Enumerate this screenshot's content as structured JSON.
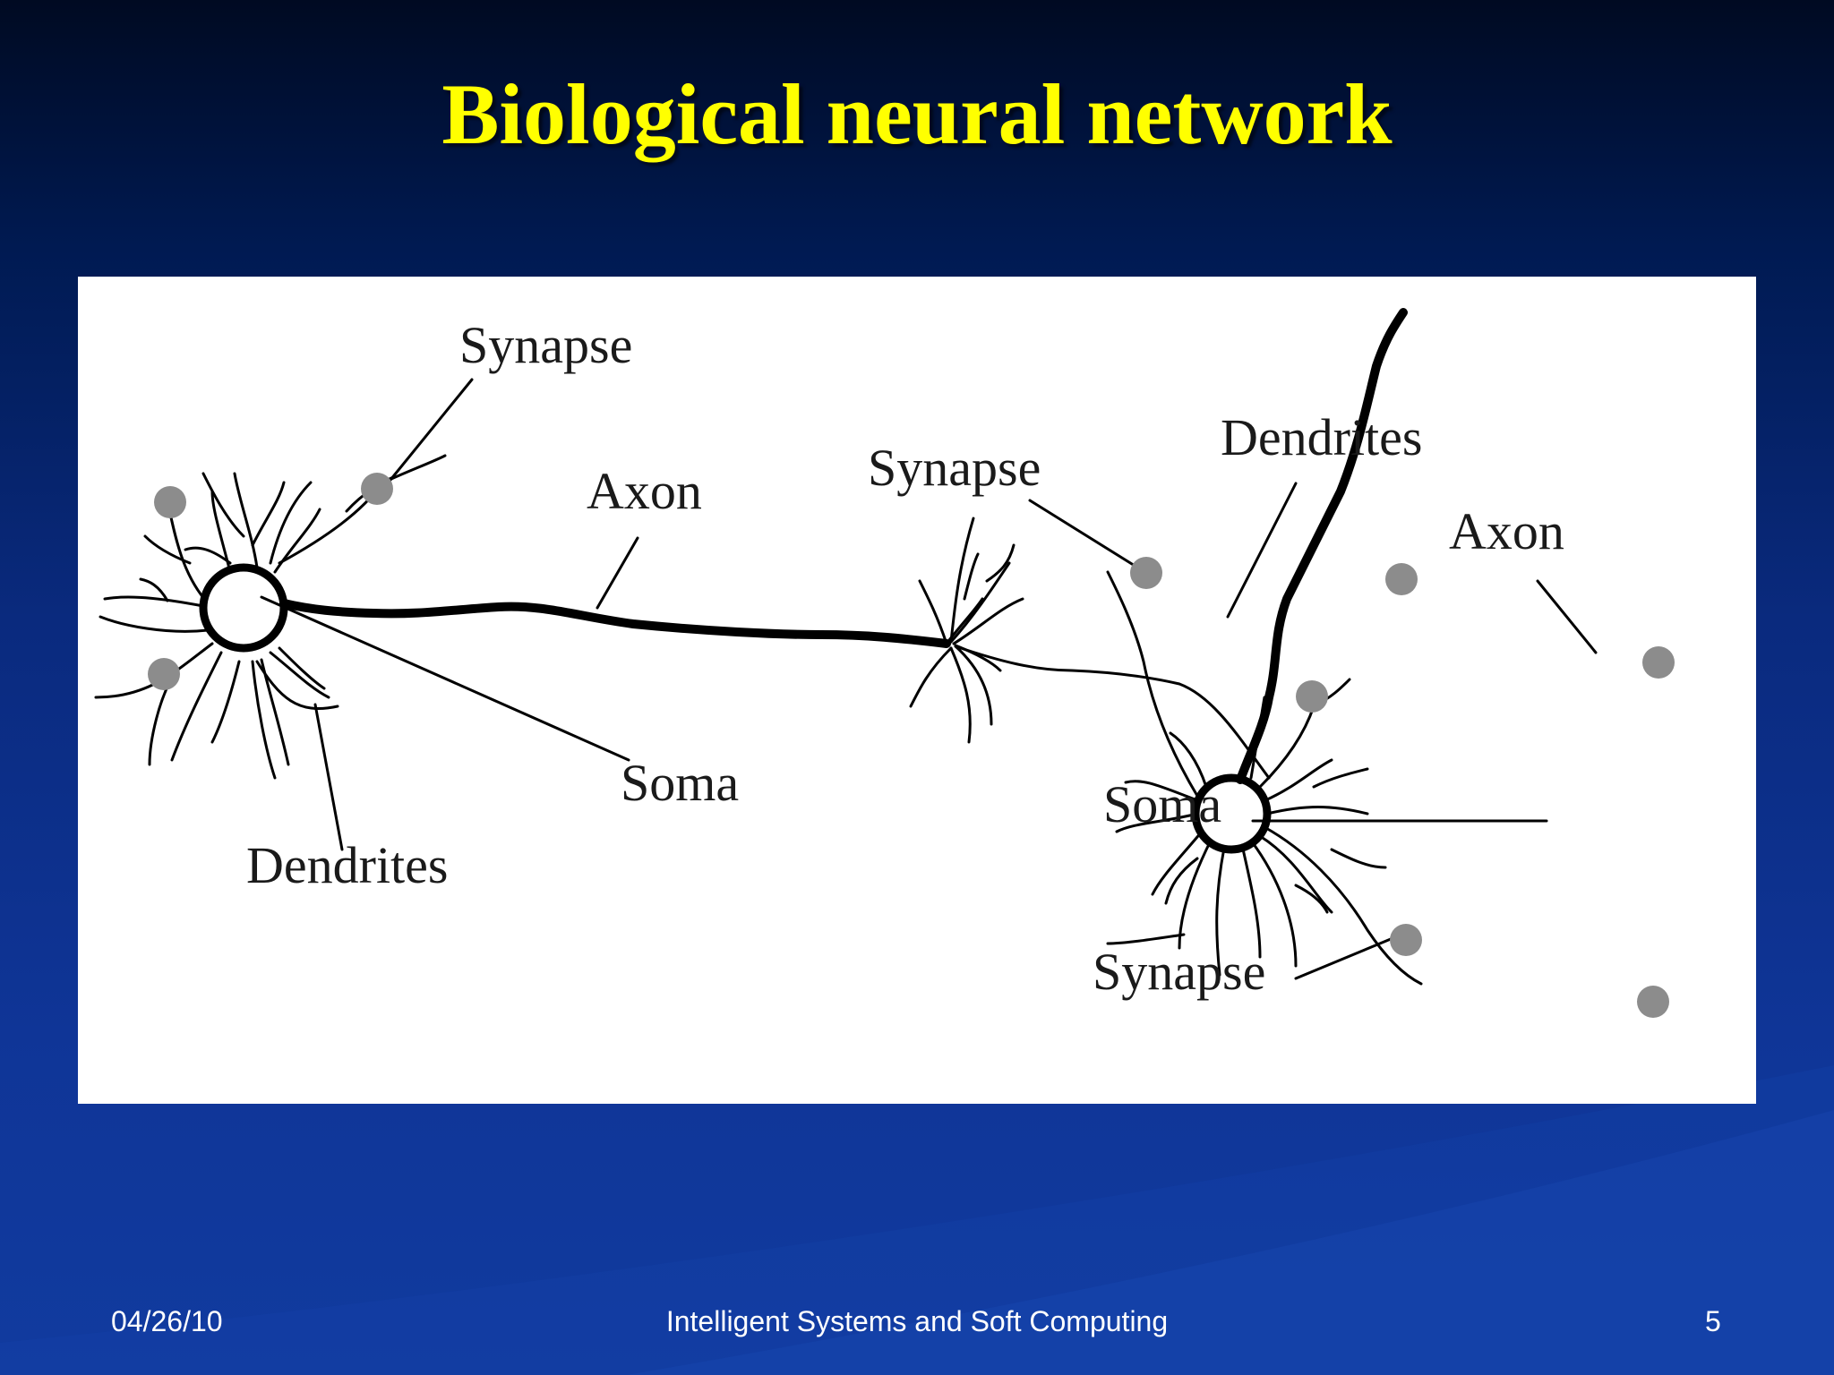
{
  "slide": {
    "title": "Biological neural network",
    "footer": {
      "date": "04/26/10",
      "center": "Intelligent Systems and Soft Computing",
      "page": "5"
    }
  },
  "diagram": {
    "labels": {
      "synapse_top": "Synapse",
      "axon_left": "Axon",
      "soma_left": "Soma",
      "dendrites_left": "Dendrites",
      "synapse_mid": "Synapse",
      "dendrites_mid": "Dendrites",
      "axon_right": "Axon",
      "soma_right": "Soma",
      "synapse_bottom": "Synapse"
    },
    "colors": {
      "background": "#ffffff",
      "ink": "#000000",
      "synapse": "#8c8c8c",
      "title": "#ffff00"
    }
  }
}
